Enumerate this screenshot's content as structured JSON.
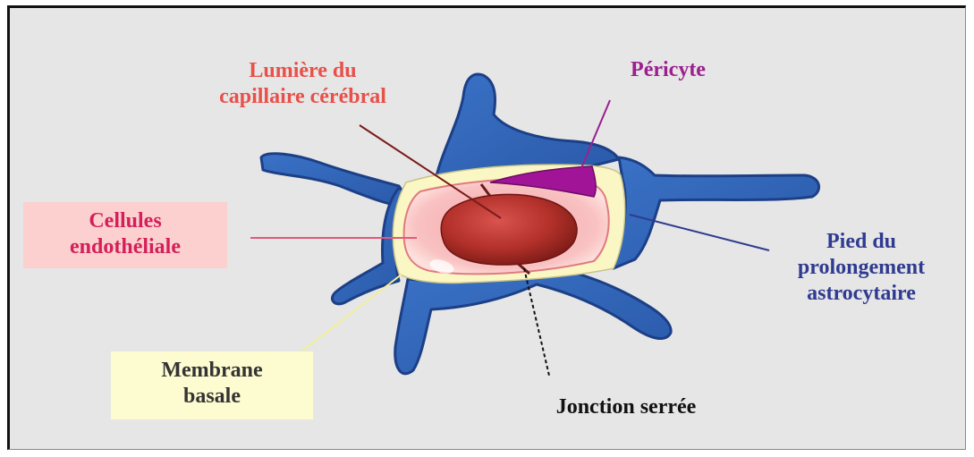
{
  "labels": {
    "lumen": [
      "Lumière du",
      "capillaire cérébral"
    ],
    "pericyte": "Péricyte",
    "endothelial": [
      "Cellules",
      "endothéliale"
    ],
    "astrocyte": [
      "Pied du",
      "prolongement",
      "astrocytaire"
    ],
    "membrane": [
      "Membrane",
      "basale"
    ],
    "junction": "Jonction serrée"
  },
  "colors": {
    "background": "#e6e6e6",
    "astrocyte": "#2f63b8",
    "basal_membrane": "#fbf7c4",
    "endothelium": "#f6a7aa",
    "lumen": "#a8302b",
    "pericyte": "#a21497"
  }
}
